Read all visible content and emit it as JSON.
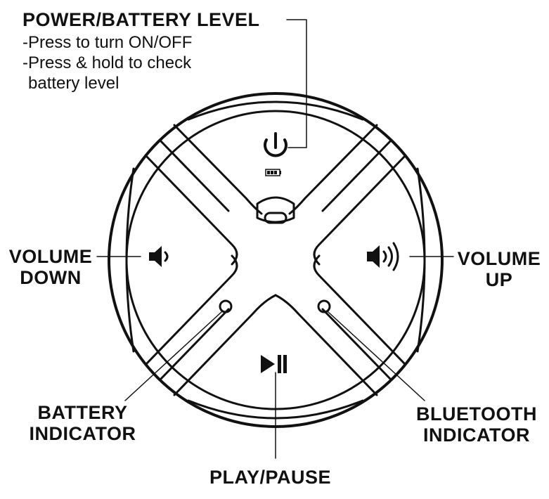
{
  "power": {
    "title": "POWER/BATTERY LEVEL",
    "line1": "-Press to turn ON/OFF",
    "line2": "-Press & hold to check",
    "line3": "battery level"
  },
  "volume_down": {
    "line1": "VOLUME",
    "line2": "DOWN"
  },
  "volume_up": {
    "line1": "VOLUME",
    "line2": "UP"
  },
  "battery_indicator": {
    "line1": "BATTERY",
    "line2": "INDICATOR"
  },
  "bluetooth_indicator": {
    "line1": "BLUETOOTH",
    "line2": "INDICATOR"
  },
  "play_pause": {
    "label": "PLAY/PAUSE"
  },
  "colors": {
    "ink": "#111111",
    "background": "#ffffff"
  },
  "icons": [
    "power-icon",
    "battery-level-icon",
    "volume-down-icon",
    "volume-up-icon",
    "play-pause-icon"
  ]
}
